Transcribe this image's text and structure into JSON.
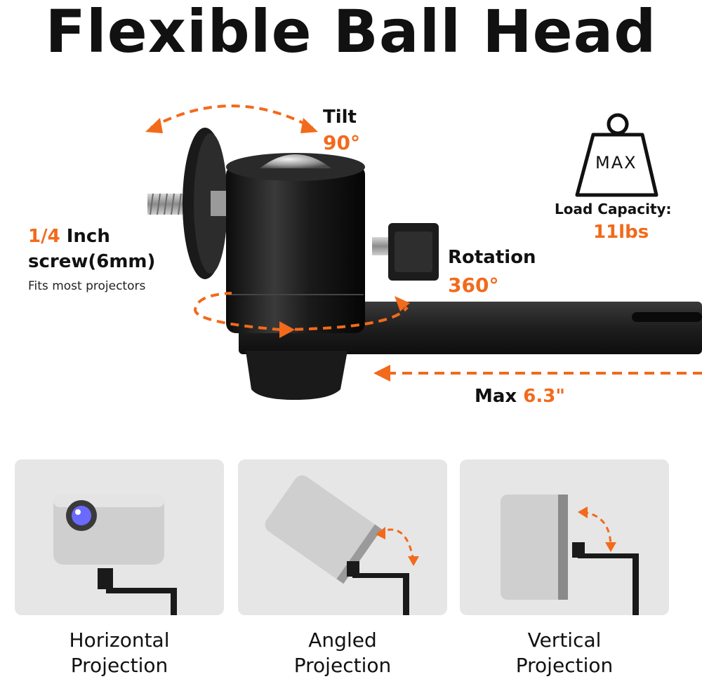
{
  "title": "Flexible Ball Head",
  "tilt": {
    "label": "Tilt",
    "value": "90°"
  },
  "screw": {
    "size": "1/4",
    "unit_text": "Inch",
    "line2": "screw(6mm)",
    "note": "Fits most projectors"
  },
  "rotation": {
    "label": "Rotation",
    "value": "360°"
  },
  "load": {
    "weight_label": "MAX",
    "label": "Load Capacity:",
    "value": "11lbs"
  },
  "extension": {
    "label": "Max",
    "value": "6.3\""
  },
  "panels": [
    {
      "line1": "Horizontal",
      "line2": "Projection"
    },
    {
      "line1": "Angled",
      "line2": "Projection"
    },
    {
      "line1": "Vertical",
      "line2": "Projection"
    }
  ],
  "colors": {
    "accent": "#f26a1b",
    "metal": "#1c1c1c",
    "panel": "#e6e6e6"
  }
}
